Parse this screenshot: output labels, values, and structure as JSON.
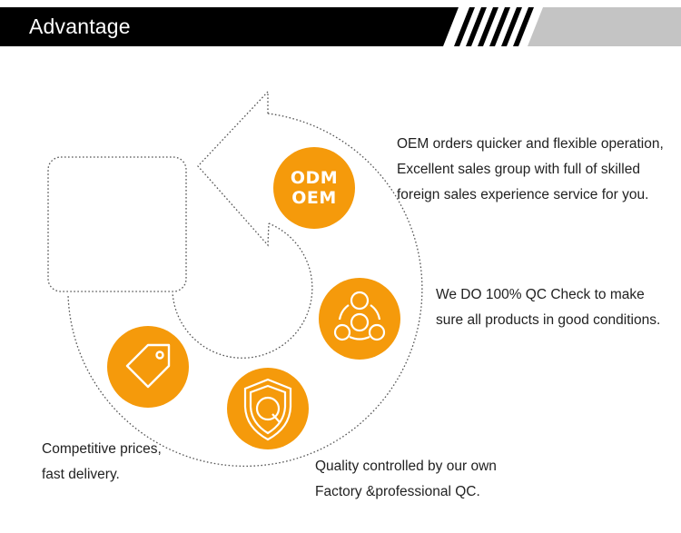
{
  "header": {
    "title": "Advantage",
    "bar_color": "#000000",
    "stripe_color": "#000000",
    "panel_color": "#c4c4c4"
  },
  "accent_color": "#f59a0b",
  "badges": [
    {
      "icon": "odm-oem-badge",
      "line1": "ODM",
      "line2": "OEM"
    },
    {
      "icon": "qc-network-icon"
    },
    {
      "icon": "shield-q-icon"
    },
    {
      "icon": "price-tag-icon"
    }
  ],
  "texts": {
    "oem": [
      "OEM orders quicker and flexible operation,",
      "Excellent sales group with full of skilled",
      " foreign sales experience service for you."
    ],
    "qc": [
      "We DO 100% QC Check to make",
      "sure all products in good conditions."
    ],
    "quality": [
      "Quality controlled by our own",
      "Factory &professional QC."
    ],
    "price": [
      "Competitive prices,",
      "fast delivery."
    ]
  }
}
